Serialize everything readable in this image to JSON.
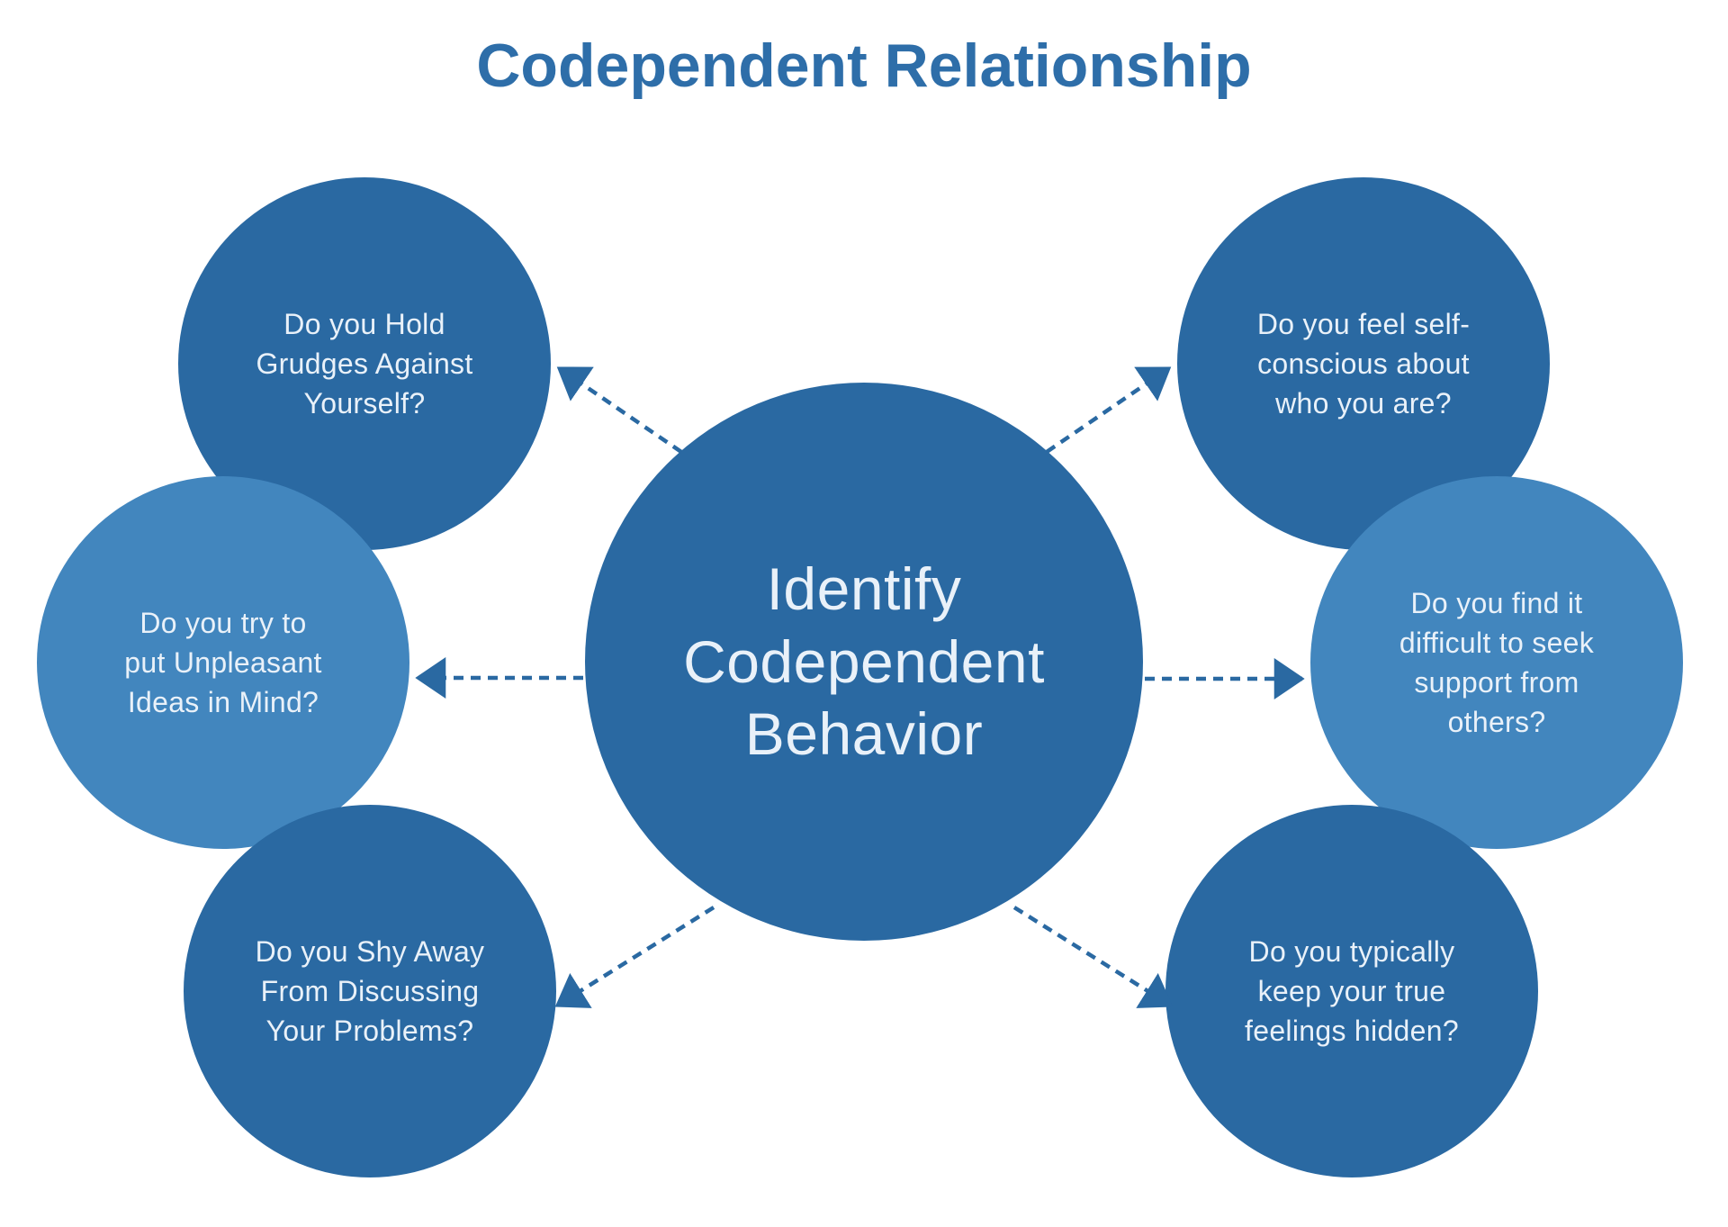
{
  "title": "Codependent Relationship",
  "colors": {
    "background": "#ffffff",
    "title": "#2e6ea9",
    "node_dark": "#2a69a2",
    "node_light": "#4286be",
    "node_text": "#e9f1f9",
    "arrow": "#2a69a2"
  },
  "center_node": {
    "text": "Identify\nCodependent\nBehavior"
  },
  "questions": [
    {
      "id": "hold-grudges",
      "position": "top-left",
      "tone": "dark",
      "text": "Do you Hold\nGrudges Against\nYourself?"
    },
    {
      "id": "unpleasant-ideas",
      "position": "middle-left",
      "tone": "light",
      "text": "Do you try to\nput Unpleasant\nIdeas in Mind?"
    },
    {
      "id": "shy-away",
      "position": "bottom-left",
      "tone": "dark",
      "text": "Do you Shy Away\nFrom Discussing\nYour Problems?"
    },
    {
      "id": "self-conscious",
      "position": "top-right",
      "tone": "dark",
      "text": "Do you feel self-\nconscious about\nwho you are?"
    },
    {
      "id": "seek-support",
      "position": "middle-right",
      "tone": "light",
      "text": "Do you find it\ndifficult to seek\nsupport from\nothers?"
    },
    {
      "id": "feelings-hidden",
      "position": "bottom-right",
      "tone": "dark",
      "text": "Do you typically\nkeep your true\nfeelings hidden?"
    }
  ]
}
